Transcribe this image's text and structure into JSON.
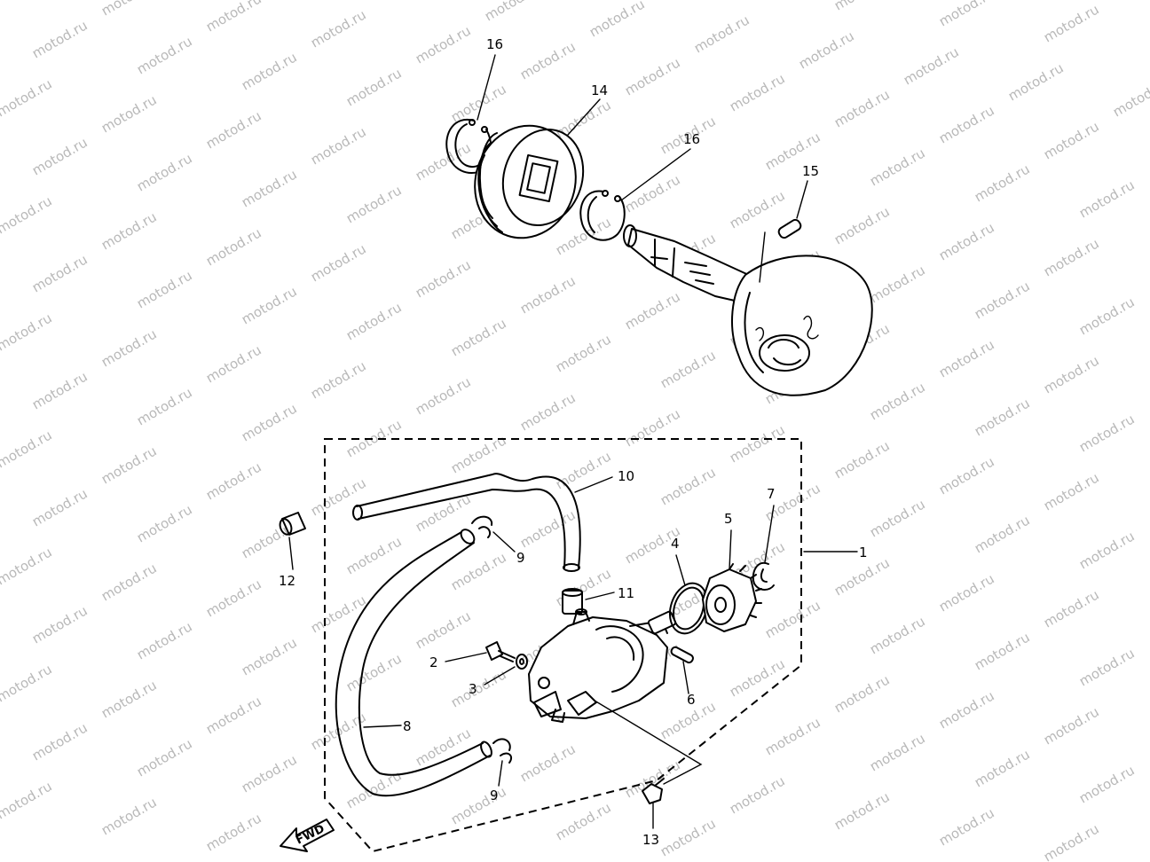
{
  "watermark": {
    "text": "motod.ru",
    "color": "#b9b9b9"
  },
  "fwd_arrow": {
    "text": "FWD"
  },
  "callouts": [
    {
      "id": "c16a",
      "text": "16"
    },
    {
      "id": "c14",
      "text": "14"
    },
    {
      "id": "c16b",
      "text": "16"
    },
    {
      "id": "c15",
      "text": "15"
    },
    {
      "id": "c10",
      "text": "10"
    },
    {
      "id": "c7",
      "text": "7"
    },
    {
      "id": "c5",
      "text": "5"
    },
    {
      "id": "c4",
      "text": "4"
    },
    {
      "id": "c1",
      "text": "1"
    },
    {
      "id": "c9a",
      "text": "9"
    },
    {
      "id": "c11",
      "text": "11"
    },
    {
      "id": "c12",
      "text": "12"
    },
    {
      "id": "c2",
      "text": "2"
    },
    {
      "id": "c3",
      "text": "3"
    },
    {
      "id": "c6",
      "text": "6"
    },
    {
      "id": "c8",
      "text": "8"
    },
    {
      "id": "c9b",
      "text": "9"
    },
    {
      "id": "c13",
      "text": "13"
    }
  ]
}
